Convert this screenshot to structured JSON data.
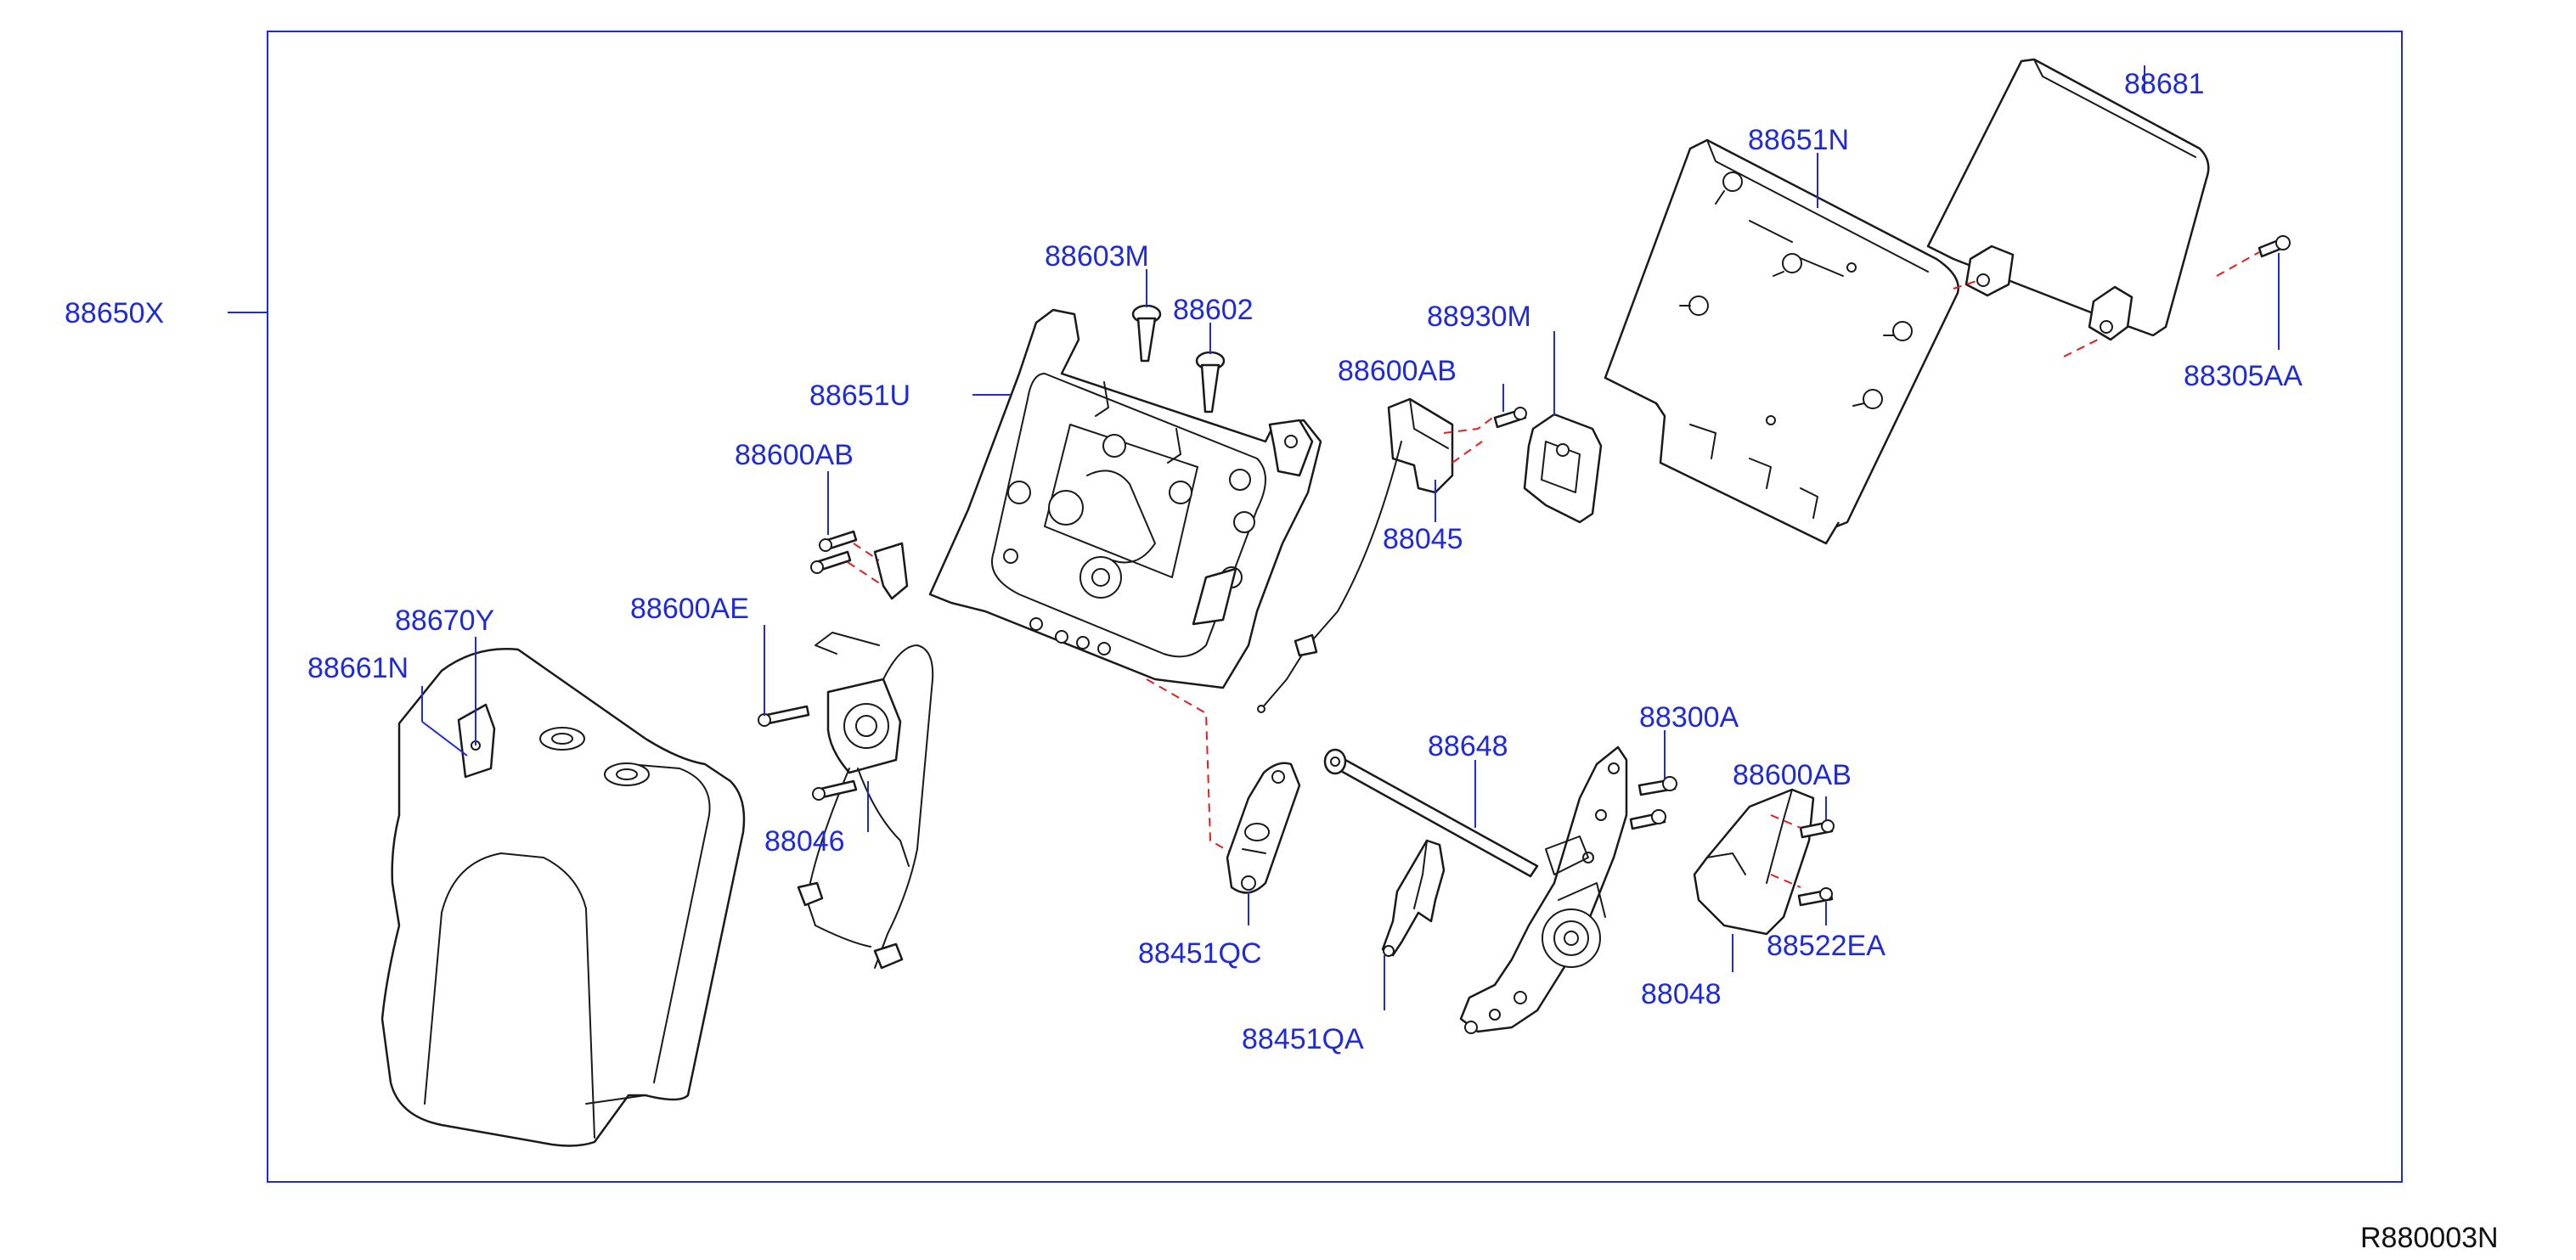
{
  "diagram_ref": "R880003N",
  "assembly_label": "88650X",
  "parts": {
    "seat_back_pad": "88661N",
    "clip": "88670Y",
    "actuator": "88046",
    "actuator_screw": "88600AE",
    "left_screws": "88600AB",
    "seat_back_frame": "88651U",
    "frame_bolt_a": "88603M",
    "frame_bolt_b": "88602",
    "striker_screw": "88600AB",
    "striker": "88045",
    "lock_cover": "88930M",
    "back_board": "88651N",
    "back_panel": "88681",
    "panel_screw": "88305AA",
    "lever_small": "88451QC",
    "lever_large": "88451QA",
    "rod": "88648",
    "hinge_bolts": "88300A",
    "cover_screw": "88600AB",
    "hinge_cover": "88048",
    "cover_bolt": "88522EA"
  }
}
